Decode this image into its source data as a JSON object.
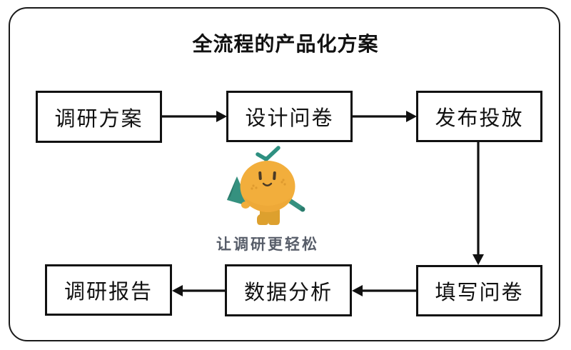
{
  "title": "全流程的产品化方案",
  "slogan": "让调研更轻松",
  "flow": {
    "top_row": [
      {
        "label": "调研方案"
      },
      {
        "label": "设计问卷"
      },
      {
        "label": "发布投放"
      }
    ],
    "bottom_row": [
      {
        "label": "调研报告"
      },
      {
        "label": "数据分析"
      },
      {
        "label": "填写问卷"
      }
    ],
    "edges": [
      {
        "from": "调研方案",
        "to": "设计问卷",
        "direction": "right"
      },
      {
        "from": "设计问卷",
        "to": "发布投放",
        "direction": "right"
      },
      {
        "from": "发布投放",
        "to": "填写问卷",
        "direction": "down"
      },
      {
        "from": "填写问卷",
        "to": "数据分析",
        "direction": "left"
      },
      {
        "from": "数据分析",
        "to": "调研报告",
        "direction": "left"
      }
    ]
  },
  "mascot": {
    "name": "orange-character-with-flag",
    "colors": {
      "body": "#F2AE3C",
      "boots": "#DDA02E",
      "teal": "#35917F",
      "teal_dark": "#2B7A6C",
      "face": "#4A3A26"
    }
  },
  "colors": {
    "border": "#1a1a1a",
    "text": "#111111",
    "slogan_text": "#575D69"
  }
}
